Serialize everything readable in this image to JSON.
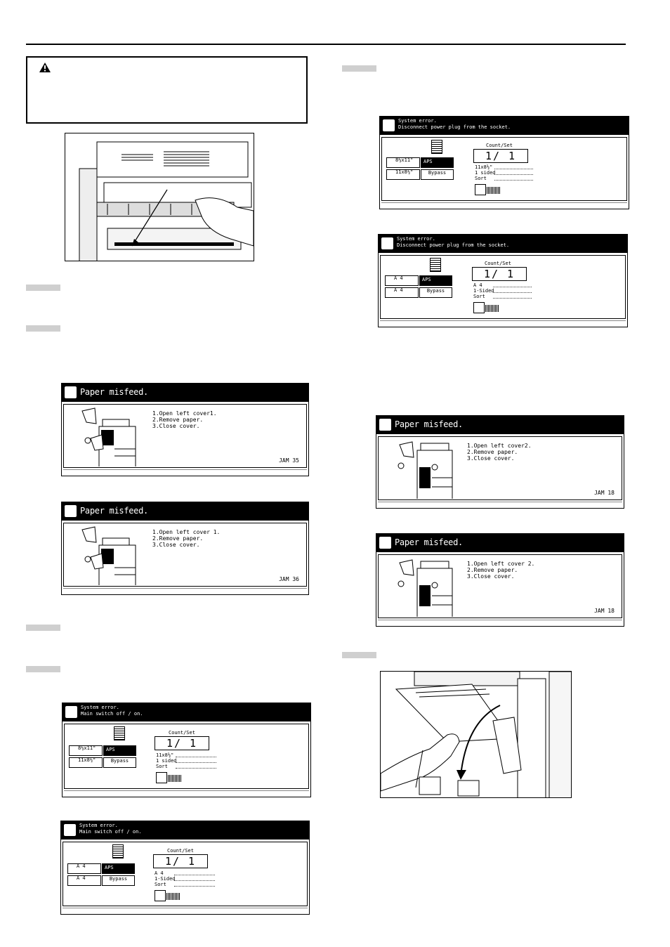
{
  "caution": {
    "icon": "warning-icon"
  },
  "misfeed_screens": [
    {
      "title": "Paper misfeed.",
      "steps": "1.Open left cover1.\n2.Remove paper.\n3.Close cover.",
      "code": "JAM 35"
    },
    {
      "title": "Paper misfeed.",
      "steps": "1.Open left cover 1.\n2.Remove paper.\n3.Close cover.",
      "code": "JAM 36"
    },
    {
      "title": "Paper misfeed.",
      "steps": "1.Open left cover2.\n2.Remove paper.\n3.Close cover.",
      "code": "JAM 18"
    },
    {
      "title": "Paper misfeed.",
      "steps": "1.Open left cover 2.\n2.Remove paper.\n3.Close cover.",
      "code": "JAM 18"
    }
  ],
  "system_screens": [
    {
      "title": "System error.\nDisconnect power plug from the socket.",
      "tray1": "8½x11\"",
      "tray2": "11x8½\"",
      "aps": "APS",
      "bypass": "Bypass",
      "count_label": "Count/Set",
      "count": "1/ 1",
      "info": "11x8½\"\n1 sided\nSort"
    },
    {
      "title": "System error.\nDisconnect power plug from the socket.",
      "tray1": "A 4",
      "tray2": "A 4",
      "aps": "APS",
      "bypass": "Bypass",
      "count_label": "Count/Set",
      "count": "1/ 1",
      "info": "A 4\n1-Sided\nSort"
    },
    {
      "title": "System error.\nMain switch off / on.",
      "tray1": "8½x11\"",
      "tray2": "11x8½\"",
      "aps": "APS",
      "bypass": "Bypass",
      "count_label": "Count/Set",
      "count": "1/ 1",
      "info": "11x8½\"\n1 sided\nSort"
    },
    {
      "title": "System error.\nMain switch off / on.",
      "tray1": "A 4",
      "tray2": "A 4",
      "aps": "APS",
      "bypass": "Bypass",
      "count_label": "Count/Set",
      "count": "1/ 1",
      "info": "A 4\n1-Sided\nSort"
    }
  ]
}
